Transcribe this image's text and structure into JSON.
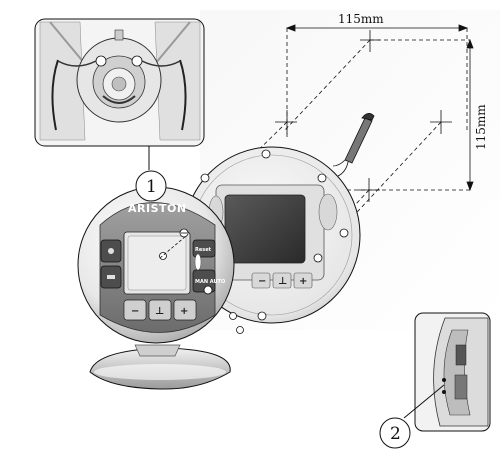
{
  "dimensions": {
    "horizontal_label": "115mm",
    "vertical_label": "115mm"
  },
  "callouts": [
    {
      "number": "1"
    },
    {
      "number": "2"
    }
  ],
  "device": {
    "brand": "ARISTON",
    "side_button_top": "Reset",
    "side_button_bottom": "MAN AUTO",
    "bottom_buttons": [
      "−",
      "⊥",
      "+"
    ],
    "back_plate_buttons": [
      "−",
      "⊥",
      "+"
    ]
  },
  "colors": {
    "line": "#111111",
    "panel_fill": "#f4f4f4",
    "button_dark": "#555555",
    "screen_dark": "#3a3a3a"
  }
}
